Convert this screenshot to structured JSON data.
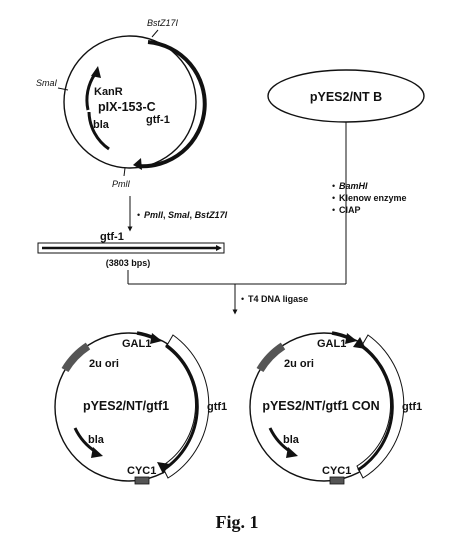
{
  "plasmid_top": {
    "name": "pIX-153-C",
    "gene_kanr": "KanR",
    "gene_gtf": "gtf-1",
    "gene_bla": "bla",
    "site_bst": "BstZ17I",
    "site_sma": "SmaI",
    "site_pml": "PmlI"
  },
  "vector": {
    "name": "pYES2/NT B"
  },
  "enzymes_left": {
    "enz1": "PmlI",
    "enz2": "SmaI",
    "enz3": "BstZ17I"
  },
  "enzymes_right": {
    "bam": "BamHI",
    "klenow": "Klenow enzyme",
    "ciap": "CIAP"
  },
  "insert": {
    "label": "gtf-1",
    "size": "(3803 bps)"
  },
  "ligation": {
    "label": "T4 DNA ligase"
  },
  "product_left": {
    "name": "pYES2/NT/gtf1",
    "gal": "GAL1",
    "ori": "2u ori",
    "gtf": "gtf1",
    "bla": "bla",
    "cyc": "CYC1"
  },
  "product_right": {
    "name": "pYES2/NT/gtf1 CON",
    "gal": "GAL1",
    "ori": "2u ori",
    "gtf": "gtf1",
    "bla": "bla",
    "cyc": "CYC1"
  },
  "figure_caption": "Fig. 1"
}
